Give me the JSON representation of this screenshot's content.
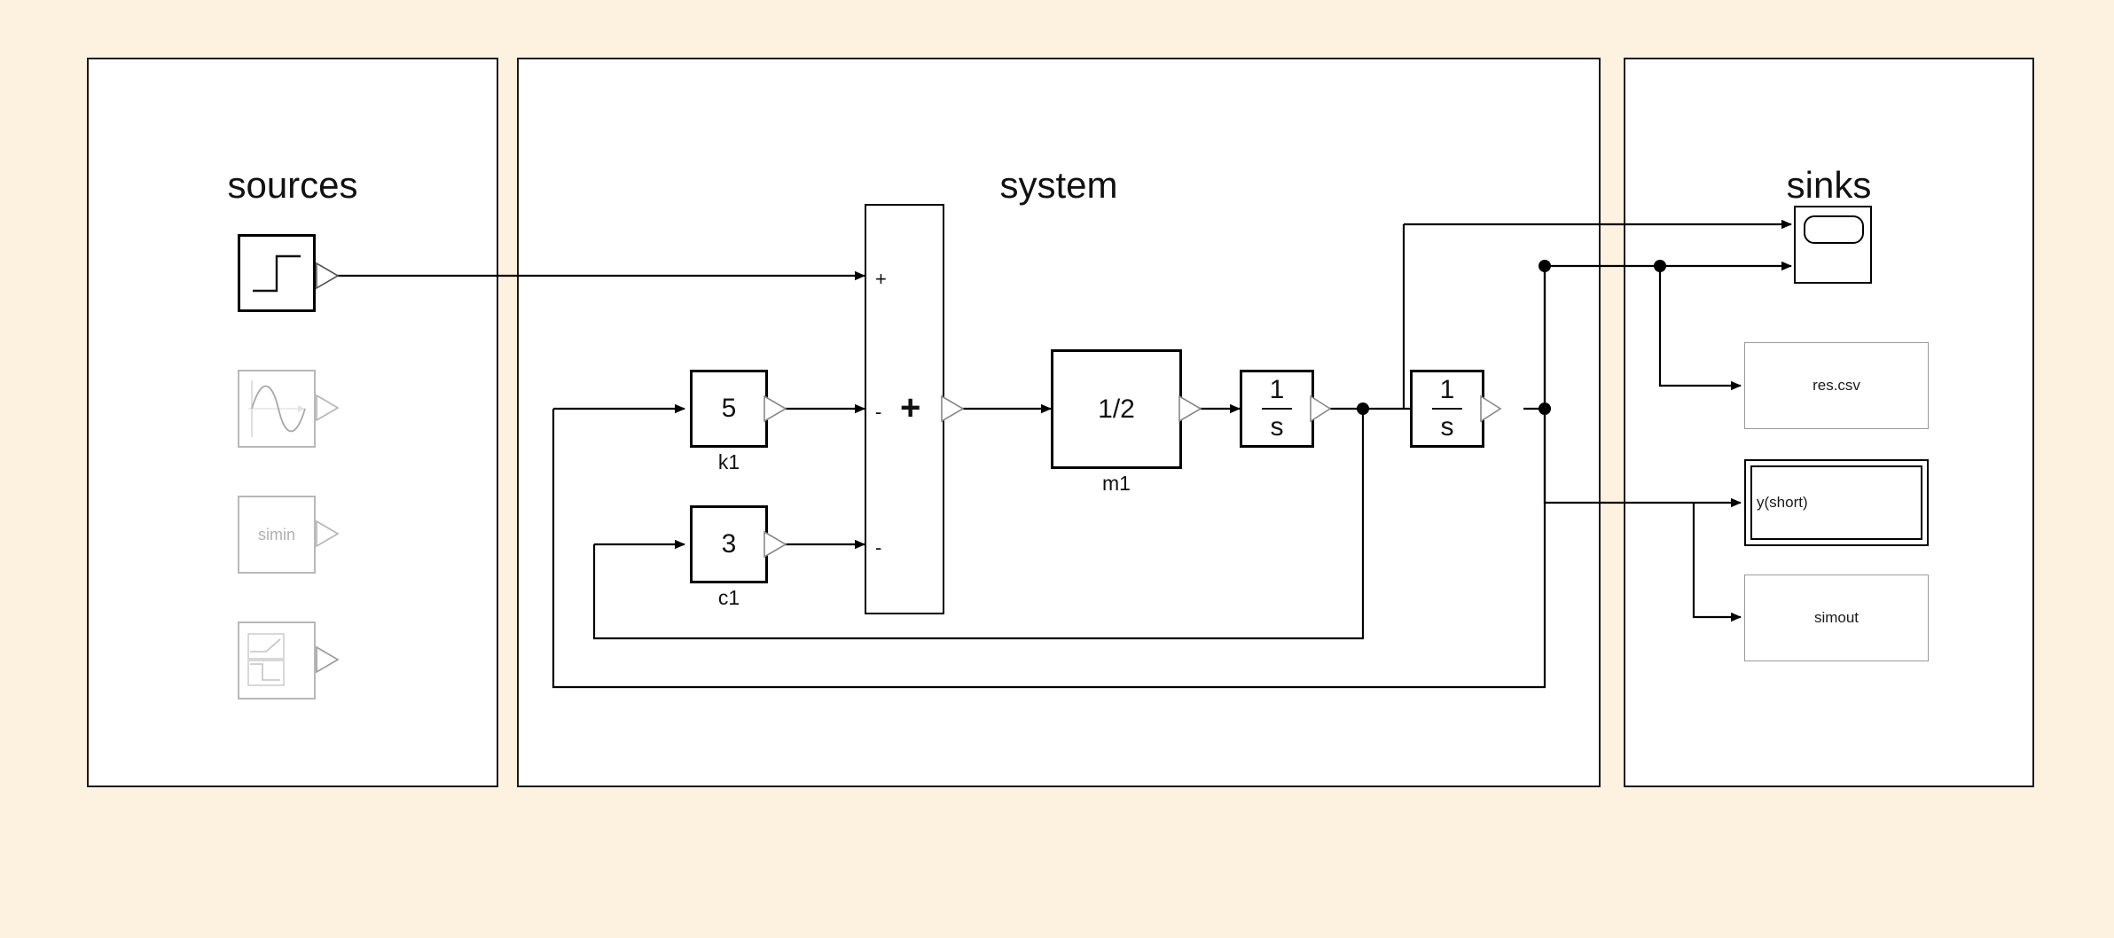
{
  "background_color": "#FDF2E0",
  "panels": [
    {
      "id": "sources",
      "title": "sources"
    },
    {
      "id": "system",
      "title": "system"
    },
    {
      "id": "sinks",
      "title": "sinks"
    }
  ],
  "sources": {
    "title": "sources",
    "blocks": [
      {
        "name": "step-source",
        "label": "",
        "icon": "step-icon",
        "state": "active"
      },
      {
        "name": "sine-wave-source",
        "label": "",
        "icon": "sine-wave-icon",
        "state": "dimmed"
      },
      {
        "name": "from-workspace-source",
        "label": "simin",
        "icon": "text-icon",
        "state": "dimmed"
      },
      {
        "name": "signal-builder-source",
        "label": "",
        "icon": "signal-builder-icon",
        "state": "dimmed"
      }
    ]
  },
  "system": {
    "title": "system",
    "blocks": [
      {
        "name": "gain-k1",
        "value": "5",
        "label": "k1",
        "kind": "gain"
      },
      {
        "name": "gain-c1",
        "value": "3",
        "label": "c1",
        "kind": "gain"
      },
      {
        "name": "sum-block",
        "value": "+",
        "label": "",
        "kind": "sum",
        "port_signs": [
          "+",
          "-",
          "-"
        ]
      },
      {
        "name": "gain-m1",
        "value": "1/2",
        "label": "m1",
        "kind": "gain"
      },
      {
        "name": "integrator-1",
        "numerator": "1",
        "denominator": "s",
        "label": "",
        "kind": "integrator"
      },
      {
        "name": "integrator-2",
        "numerator": "1",
        "denominator": "s",
        "label": "",
        "kind": "integrator"
      }
    ]
  },
  "sinks": {
    "title": "sinks",
    "blocks": [
      {
        "name": "scope-sink",
        "label": "",
        "kind": "scope",
        "inputs": 2,
        "state": "active"
      },
      {
        "name": "to-file-sink",
        "label": "res.csv",
        "kind": "file",
        "inputs": 1,
        "state": "normal"
      },
      {
        "name": "to-workspace-y-sink",
        "label": "y(short)",
        "kind": "output",
        "inputs": 1,
        "state": "selected"
      },
      {
        "name": "to-workspace-sink",
        "label": "simout",
        "kind": "output",
        "inputs": 1,
        "state": "normal"
      }
    ]
  }
}
